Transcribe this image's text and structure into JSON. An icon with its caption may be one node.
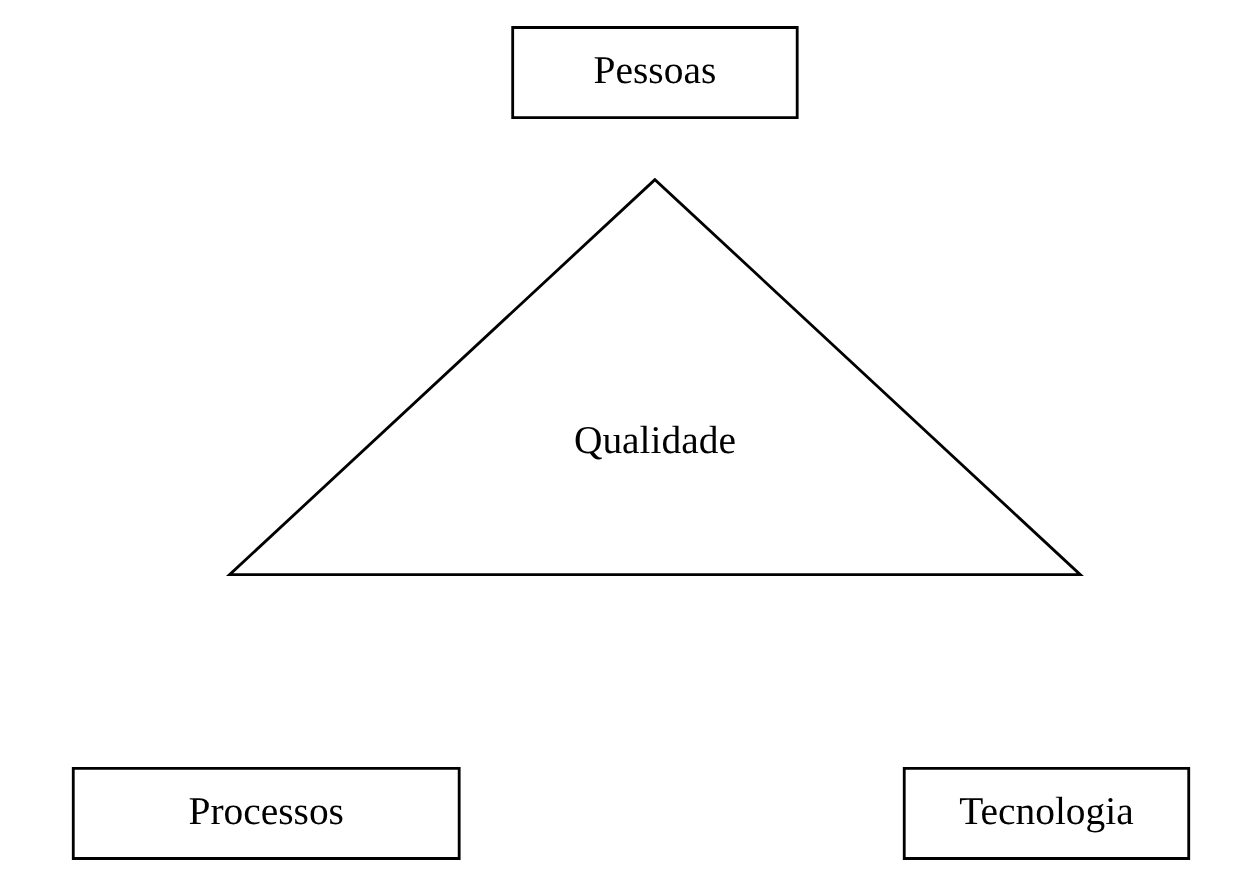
{
  "diagram": {
    "nodes": [
      {
        "text": [
          "Pessoas"
        ]
      },
      {
        "text": [
          "Qualidade"
        ]
      },
      {
        "text": [
          "Processos"
        ]
      },
      {
        "text": [
          "Tecnologia"
        ]
      }
    ]
  }
}
